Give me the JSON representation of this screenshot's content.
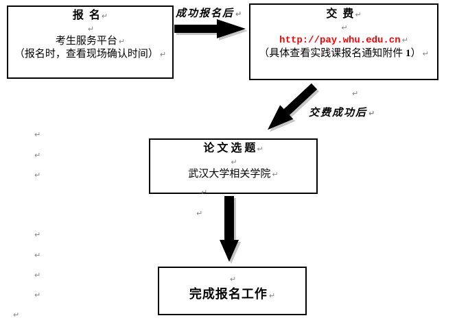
{
  "document": {
    "background": "#ffffff"
  },
  "marks": {
    "pilcrow_glyph": "↵",
    "color": "#848484"
  },
  "colors": {
    "box_border": "#000000",
    "arrow_fill": "#000000",
    "arrow_shadow": "#c6c6c6",
    "url_red": "#ff0000",
    "text": "#000000"
  },
  "flowchart": {
    "box_register": {
      "title": "报  名",
      "platform": "考生服务平台",
      "note": "（报名时，查看现场确认时间）"
    },
    "arrow_register_to_pay": {
      "label": "成功报名后",
      "direction": "right"
    },
    "box_pay": {
      "title": "交  费",
      "url": "http://pay.whu.edu.cn",
      "note_prefix": "（具体查看实践课报名通知附件",
      "note_number": " 1",
      "note_suffix": "）"
    },
    "arrow_pay_to_topic": {
      "label": "交费成功后",
      "direction": "down-left"
    },
    "box_topic": {
      "title": "论 文 选 题",
      "detail": "武汉大学相关学院"
    },
    "arrow_topic_to_done": {
      "direction": "down"
    },
    "box_done": {
      "title": "完成报名工作"
    }
  }
}
